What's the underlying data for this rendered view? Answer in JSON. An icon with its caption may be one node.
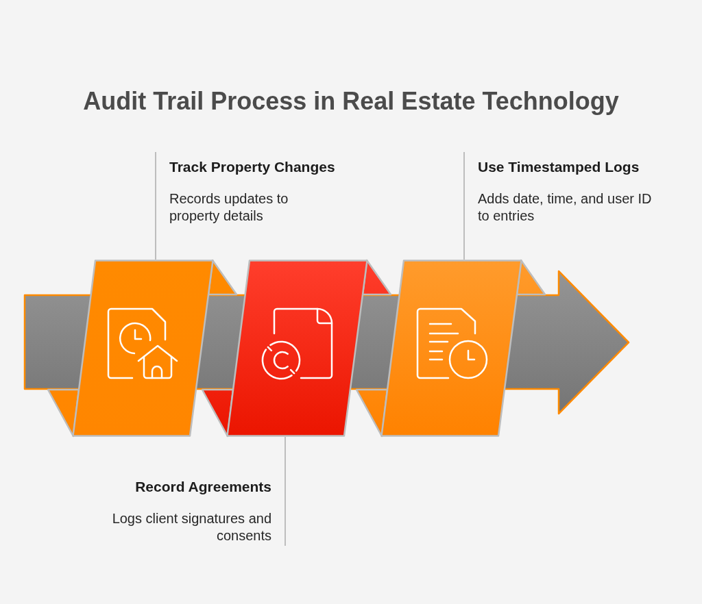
{
  "diagram": {
    "title": "Audit Trail Process in Real Estate Technology",
    "nodes": [
      {
        "text": [
          "Track Property Changes",
          "Records updates to property details"
        ]
      },
      {
        "text": [
          "Use Timestamped Logs",
          "Adds date, time, and user ID to entries"
        ]
      },
      {
        "text": [],
        "shape": "parallelogram"
      },
      {
        "text": [],
        "shape": "parallelogram"
      },
      {
        "text": [],
        "shape": "parallelogram"
      },
      {
        "text": [
          "Record Agreements",
          "Logs client signatures and consents"
        ]
      }
    ],
    "edges": [
      {
        "from": 0,
        "to": 2,
        "arrow": "none"
      },
      {
        "from": 1,
        "to": 4,
        "arrow": "none"
      },
      {
        "from": 5,
        "to": 3,
        "arrow": "none"
      }
    ]
  }
}
